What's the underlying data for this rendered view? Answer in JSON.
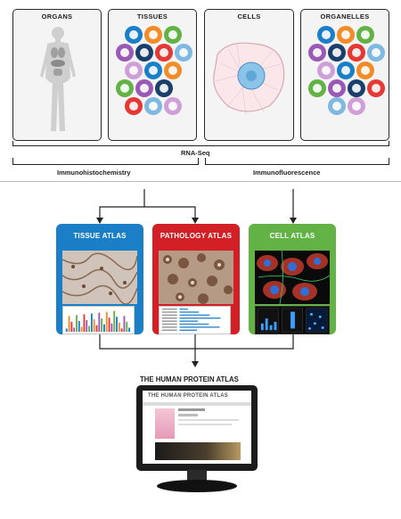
{
  "panels": {
    "organs": "ORGANS",
    "tissues": "TISSUES",
    "cells": "CELLS",
    "organelles": "ORGANELLES"
  },
  "methods": {
    "rna_seq": "RNA-Seq",
    "ihc": "Immunohistochemistry",
    "if": "Immunofluorescence"
  },
  "atlases": {
    "tissue": {
      "label": "TISSUE ATLAS",
      "color": "#1a7fc6"
    },
    "pathology": {
      "label": "PATHOLOGY ATLAS",
      "color": "#d32026"
    },
    "cell": {
      "label": "CELL ATLAS",
      "color": "#62b246"
    }
  },
  "hpa": {
    "title": "THE HUMAN PROTEIN ATLAS",
    "screen_logo": "THE HUMAN PROTEIN ATLAS"
  },
  "icon_colors": [
    "#1a7fc6",
    "#f28c28",
    "#62b246",
    "#9b59b6",
    "#1b3f6b",
    "#e53935",
    "#7fb8e0",
    "#cfa0d8"
  ]
}
